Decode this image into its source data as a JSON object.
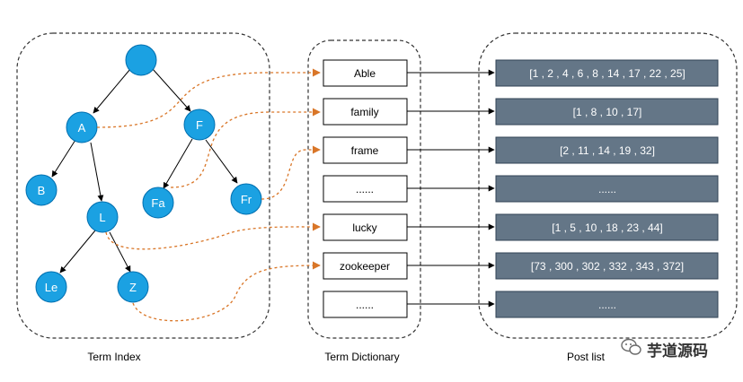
{
  "panels": {
    "term_index": "Term Index",
    "term_dictionary": "Term Dictionary",
    "post_list": "Post list"
  },
  "tree": {
    "root": "",
    "a": "A",
    "f": "F",
    "b": "B",
    "l": "L",
    "fa": "Fa",
    "fr": "Fr",
    "le": "Le",
    "z": "Z"
  },
  "dictionary": [
    "Able",
    "family",
    "frame",
    "......",
    "lucky",
    "zookeeper",
    "......"
  ],
  "postings": [
    "[1 , 2 , 4 , 6 , 8 , 14 , 17 , 22 , 25]",
    "[1 , 8 , 10 , 17]",
    "[2 , 11 , 14 , 19 , 32]",
    "......",
    "[1 , 5 , 10 , 18 , 23 , 44]",
    "[73 , 300 , 302 , 332 , 343 , 372]",
    "......"
  ],
  "watermark": {
    "brand": "芋道源码"
  },
  "colors": {
    "node_fill": "#1ba1e2",
    "posting_fill": "#647687",
    "dashed_link": "#d97628",
    "border": "#000000"
  }
}
